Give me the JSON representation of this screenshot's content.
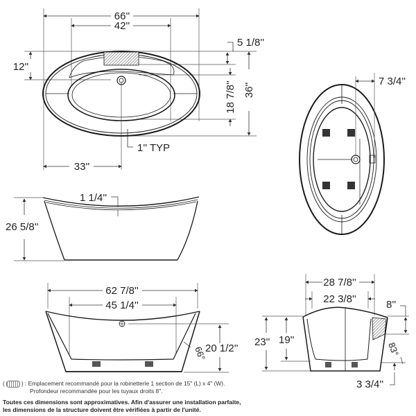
{
  "top_view": {
    "overall_length": "66''",
    "inner_length": "42''",
    "drain_offset_from_back": "12''",
    "faucet_zone_depth": "5 1/8''",
    "inner_width": "18 7/8''",
    "overall_width": "36''",
    "rim_thickness": "1'' TYP",
    "drain_from_end": "33''"
  },
  "bottom_view": {
    "overflow_offset": "7 3/4''"
  },
  "side_view": {
    "rim_dip": "1 1/4''",
    "overall_height": "26 5/8''"
  },
  "front_section": {
    "overall_length": "62 7/8''",
    "bottom_length": "45 1/4''",
    "wall_angle": "66°",
    "overflow_height": "20 1/2''"
  },
  "end_section": {
    "overall_width": "28 7/8''",
    "inner_width": "22 3/8''",
    "faucet_depth": "8''",
    "overall_height": "23''",
    "water_depth": "19''",
    "wall_angle": "83°",
    "base_height": "3 3/4''"
  },
  "notes": {
    "legend_prefix": "(",
    "legend_suffix": ") : Emplacement recommandé pour la robinetterie 1 section de 15\" (L) x 4\" (W).",
    "legend_line2": "Profondeur recommandée pour les tuyaux droits 8\".",
    "disclaimer_line1": "Toutes ces dimensions sont approximatives. Afin d'assurer une installation parfaite,",
    "disclaimer_line2": "les dimensions de la structure doivent être vérifiées à partir de l'unité."
  },
  "colors": {
    "line": "#1a1a1a",
    "dim_line": "#444444",
    "hatch": "#888888",
    "foot": "#333333"
  }
}
